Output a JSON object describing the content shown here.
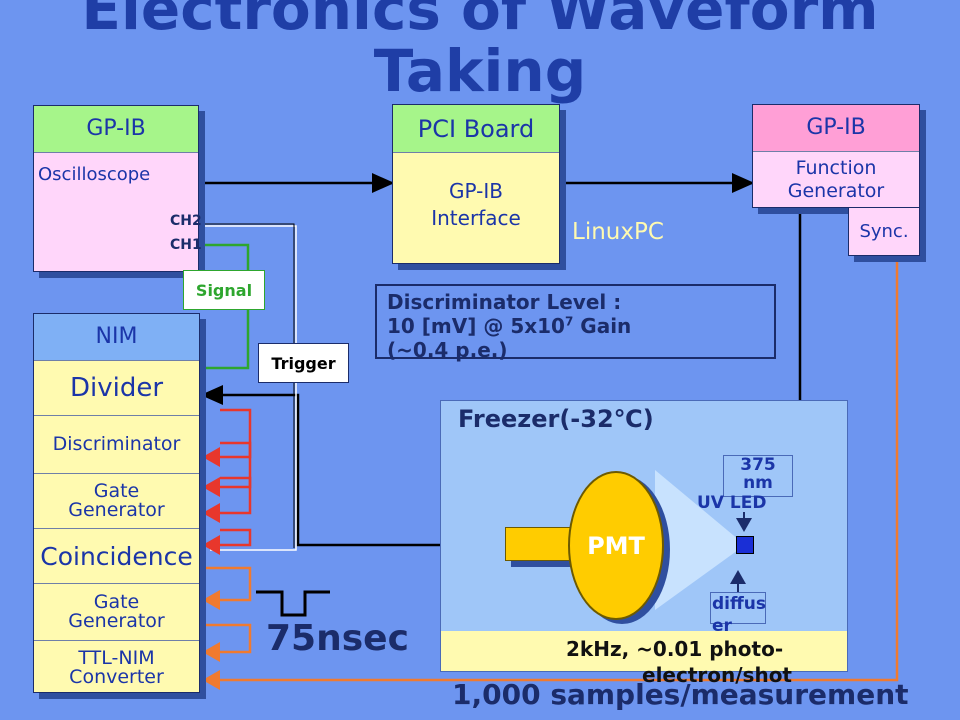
{
  "title": {
    "line1": "Electronics of Waveform",
    "line2": "Taking"
  },
  "oscilloscope": {
    "header": "GP-IB",
    "name": "Oscilloscope",
    "ch2": "CH2",
    "ch1": "CH1"
  },
  "pci_board": {
    "header": "PCI Board",
    "body_line1": "GP-IB",
    "body_line2": "Interface",
    "host": "LinuxPC"
  },
  "function_generator": {
    "header": "GP-IB",
    "body_line1": "Function",
    "body_line2": "Generator",
    "sync": "Sync."
  },
  "nim": {
    "header": "NIM",
    "modules": [
      "Divider",
      "Discriminator",
      "Gate Generator",
      "Coincidence",
      "Gate Generator",
      "TTL-NIM Converter"
    ]
  },
  "signal_label": "Signal",
  "trigger_label": "Trigger",
  "discriminator_note": {
    "line1": "Discriminator Level :",
    "line2_pre": "10 [mV] @ 5x10",
    "line2_sup": "7",
    "line2_post": " Gain",
    "line3": "(~0.4 p.e.)"
  },
  "freezer": {
    "label": "Freezer(-32℃)",
    "pmt": "PMT",
    "led_line1": "375",
    "led_line2": "nm",
    "led_name": "UV LED",
    "diffuser_line1": "diffus",
    "diffuser_line2": "er",
    "rate_line1": "2kHz, ~0.01 photo-",
    "rate_line2": "electron/shot"
  },
  "gate_width": "75nsec",
  "samples": "1,000 samples/measurement",
  "colors": {
    "background": "#6d95f0",
    "title": "#1f3ea6",
    "green_header": "#a6f58a",
    "pink_header": "#ff9fd6",
    "light_yellow": "#fffab0",
    "light_pink": "#ffd6fa",
    "nim_blue": "#7fb0f5",
    "arrow_red": "#e8372c",
    "arrow_orange": "#f07a2f",
    "signal_green": "#2ea62e"
  }
}
